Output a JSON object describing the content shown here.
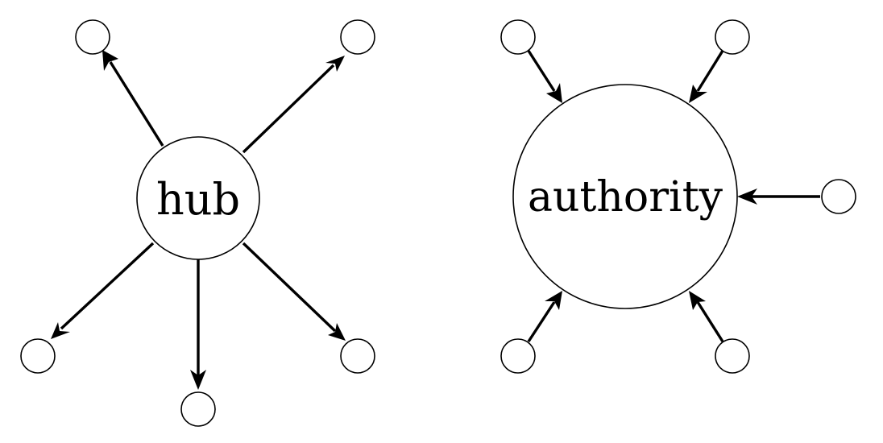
{
  "diagram": {
    "hub": {
      "label": "hub",
      "edge_direction": "outgoing",
      "neighbor_count": 5
    },
    "authority": {
      "label": "authority",
      "edge_direction": "incoming",
      "neighbor_count": 5
    },
    "colors": {
      "stroke": "#000000",
      "fill": "#ffffff"
    }
  }
}
